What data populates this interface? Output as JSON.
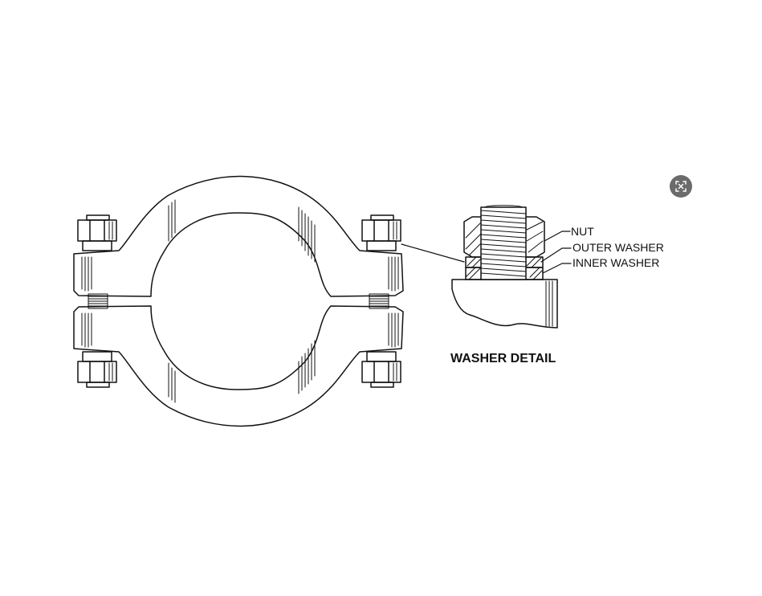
{
  "labels": {
    "nut": "NUT",
    "outer_washer": "OUTER WASHER",
    "inner_washer": "INNER WASHER",
    "detail_title": "WASHER DETAIL"
  },
  "icons": {
    "expand": "expand-icon"
  },
  "colors": {
    "ink": "#111111",
    "button": "#6b6b6b",
    "button_icon": "#ffffff",
    "background": "#ffffff"
  }
}
